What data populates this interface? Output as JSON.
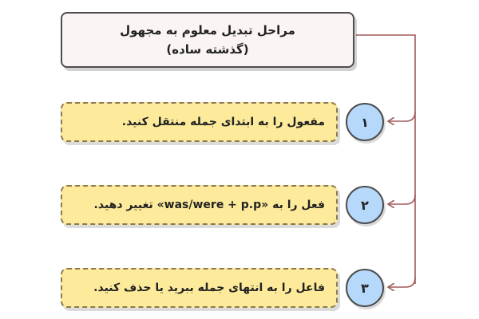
{
  "title": {
    "line1": "مراحل تبدیل معلوم به مجهول",
    "line2": "(گذشته ساده)"
  },
  "steps": [
    {
      "number": "۱",
      "text": "مفعول را به ابتدای جمله منتقل کنید."
    },
    {
      "number": "۲",
      "text": "فعل را به «was/were + p.p» تغییر دهید."
    },
    {
      "number": "۳",
      "text": "فاعل را به انتهای جمله ببرید یا حذف کنید."
    }
  ],
  "colors": {
    "title_fill": "#faf5f4",
    "step_fill": "#fdeb9b",
    "circle_fill": "#b5d8fb",
    "connector": "#a05a5a"
  }
}
